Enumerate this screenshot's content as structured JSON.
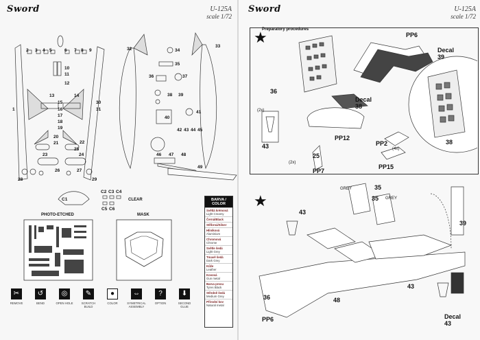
{
  "left_page": {
    "logo": "Sword",
    "model": "U-125A",
    "scale": "scale 1/72",
    "section_pe": "PHOTO-ETCHED",
    "section_mask": "MASK",
    "clear_label": "CLEAR",
    "clear_part": "C1",
    "clear_parts_small": [
      "C2",
      "C3",
      "C4",
      "C5",
      "C6"
    ],
    "part_numbers_sprue": [
      "2",
      "3",
      "4",
      "5",
      "6",
      "7",
      "8",
      "9",
      "10",
      "11",
      "12",
      "13",
      "14",
      "15",
      "16",
      "17",
      "18",
      "19",
      "20",
      "21",
      "22",
      "23",
      "24",
      "25",
      "26",
      "27",
      "28",
      "29",
      "30",
      "31"
    ],
    "part_numbers_right": [
      "32",
      "33",
      "34",
      "35",
      "36",
      "37",
      "38",
      "39",
      "40",
      "41",
      "42",
      "43",
      "44",
      "45",
      "46",
      "47",
      "48",
      "49"
    ],
    "part_one": "1",
    "color_box": {
      "header": "BARVA / COLOR",
      "items": [
        {
          "cz": "Světlá krémová",
          "en": "Light Creamy"
        },
        {
          "cz": "Černá/Black",
          "en": ""
        },
        {
          "cz": "Stříbrná/Silver",
          "en": ""
        },
        {
          "cz": "Hliníková",
          "en": "Aluminium"
        },
        {
          "cz": "Chromová",
          "en": "Chrome"
        },
        {
          "cz": "Světle šedá",
          "en": "Light Grey"
        },
        {
          "cz": "Tmavě šedá",
          "en": "Dark Grey"
        },
        {
          "cz": "Kůže",
          "en": "Leather"
        },
        {
          "cz": "Kovová",
          "en": "Gun metal"
        },
        {
          "cz": "Barva prosu",
          "en": "Tyres Black"
        },
        {
          "cz": "Středně šedá",
          "en": "Medium Grey"
        },
        {
          "cz": "Přírodní kov",
          "en": "Natural metal"
        }
      ]
    },
    "legend": [
      {
        "icon": "remove-icon",
        "label": "REMOVE"
      },
      {
        "icon": "bend-icon",
        "label": "BEND"
      },
      {
        "icon": "open-hole-icon",
        "label": "OPEN HOLE"
      },
      {
        "icon": "scratch-build-icon",
        "label": "SCRATCH BUILD"
      },
      {
        "icon": "color-icon",
        "label": "COLOR"
      },
      {
        "icon": "symmetrical-assembly-icon",
        "label": "SYMETRICAL ASSEMBLY"
      },
      {
        "icon": "option-icon",
        "label": "OPTION"
      },
      {
        "icon": "second-glue-icon",
        "label": "SECOND GLUE"
      }
    ]
  },
  "right_page": {
    "logo": "Sword",
    "model": "U-125A",
    "scale": "scale 1/72",
    "section_title": "Preparatory procedures",
    "labels": {
      "p36": "36",
      "pp6": "PP6",
      "decal39": "Decal",
      "decal39_no": "39",
      "decal38": "Decal",
      "decal38_no": "38",
      "pp12": "PP12",
      "pp2": "PP2",
      "x2a": "(2x)",
      "x2b": "(2x)",
      "x4": "(4x)",
      "p43": "43",
      "p25": "25",
      "pp7": "PP7",
      "pp15": "PP15",
      "p38": "38",
      "p35a": "35",
      "p35b": "35",
      "grey_a": "GREY",
      "grey_b": "GREY",
      "p43b": "43",
      "p43c": "43",
      "p39": "39",
      "p48": "48",
      "p36b": "36",
      "pp6b": "PP6",
      "decal43": "Decal",
      "decal43_no": "43"
    }
  }
}
